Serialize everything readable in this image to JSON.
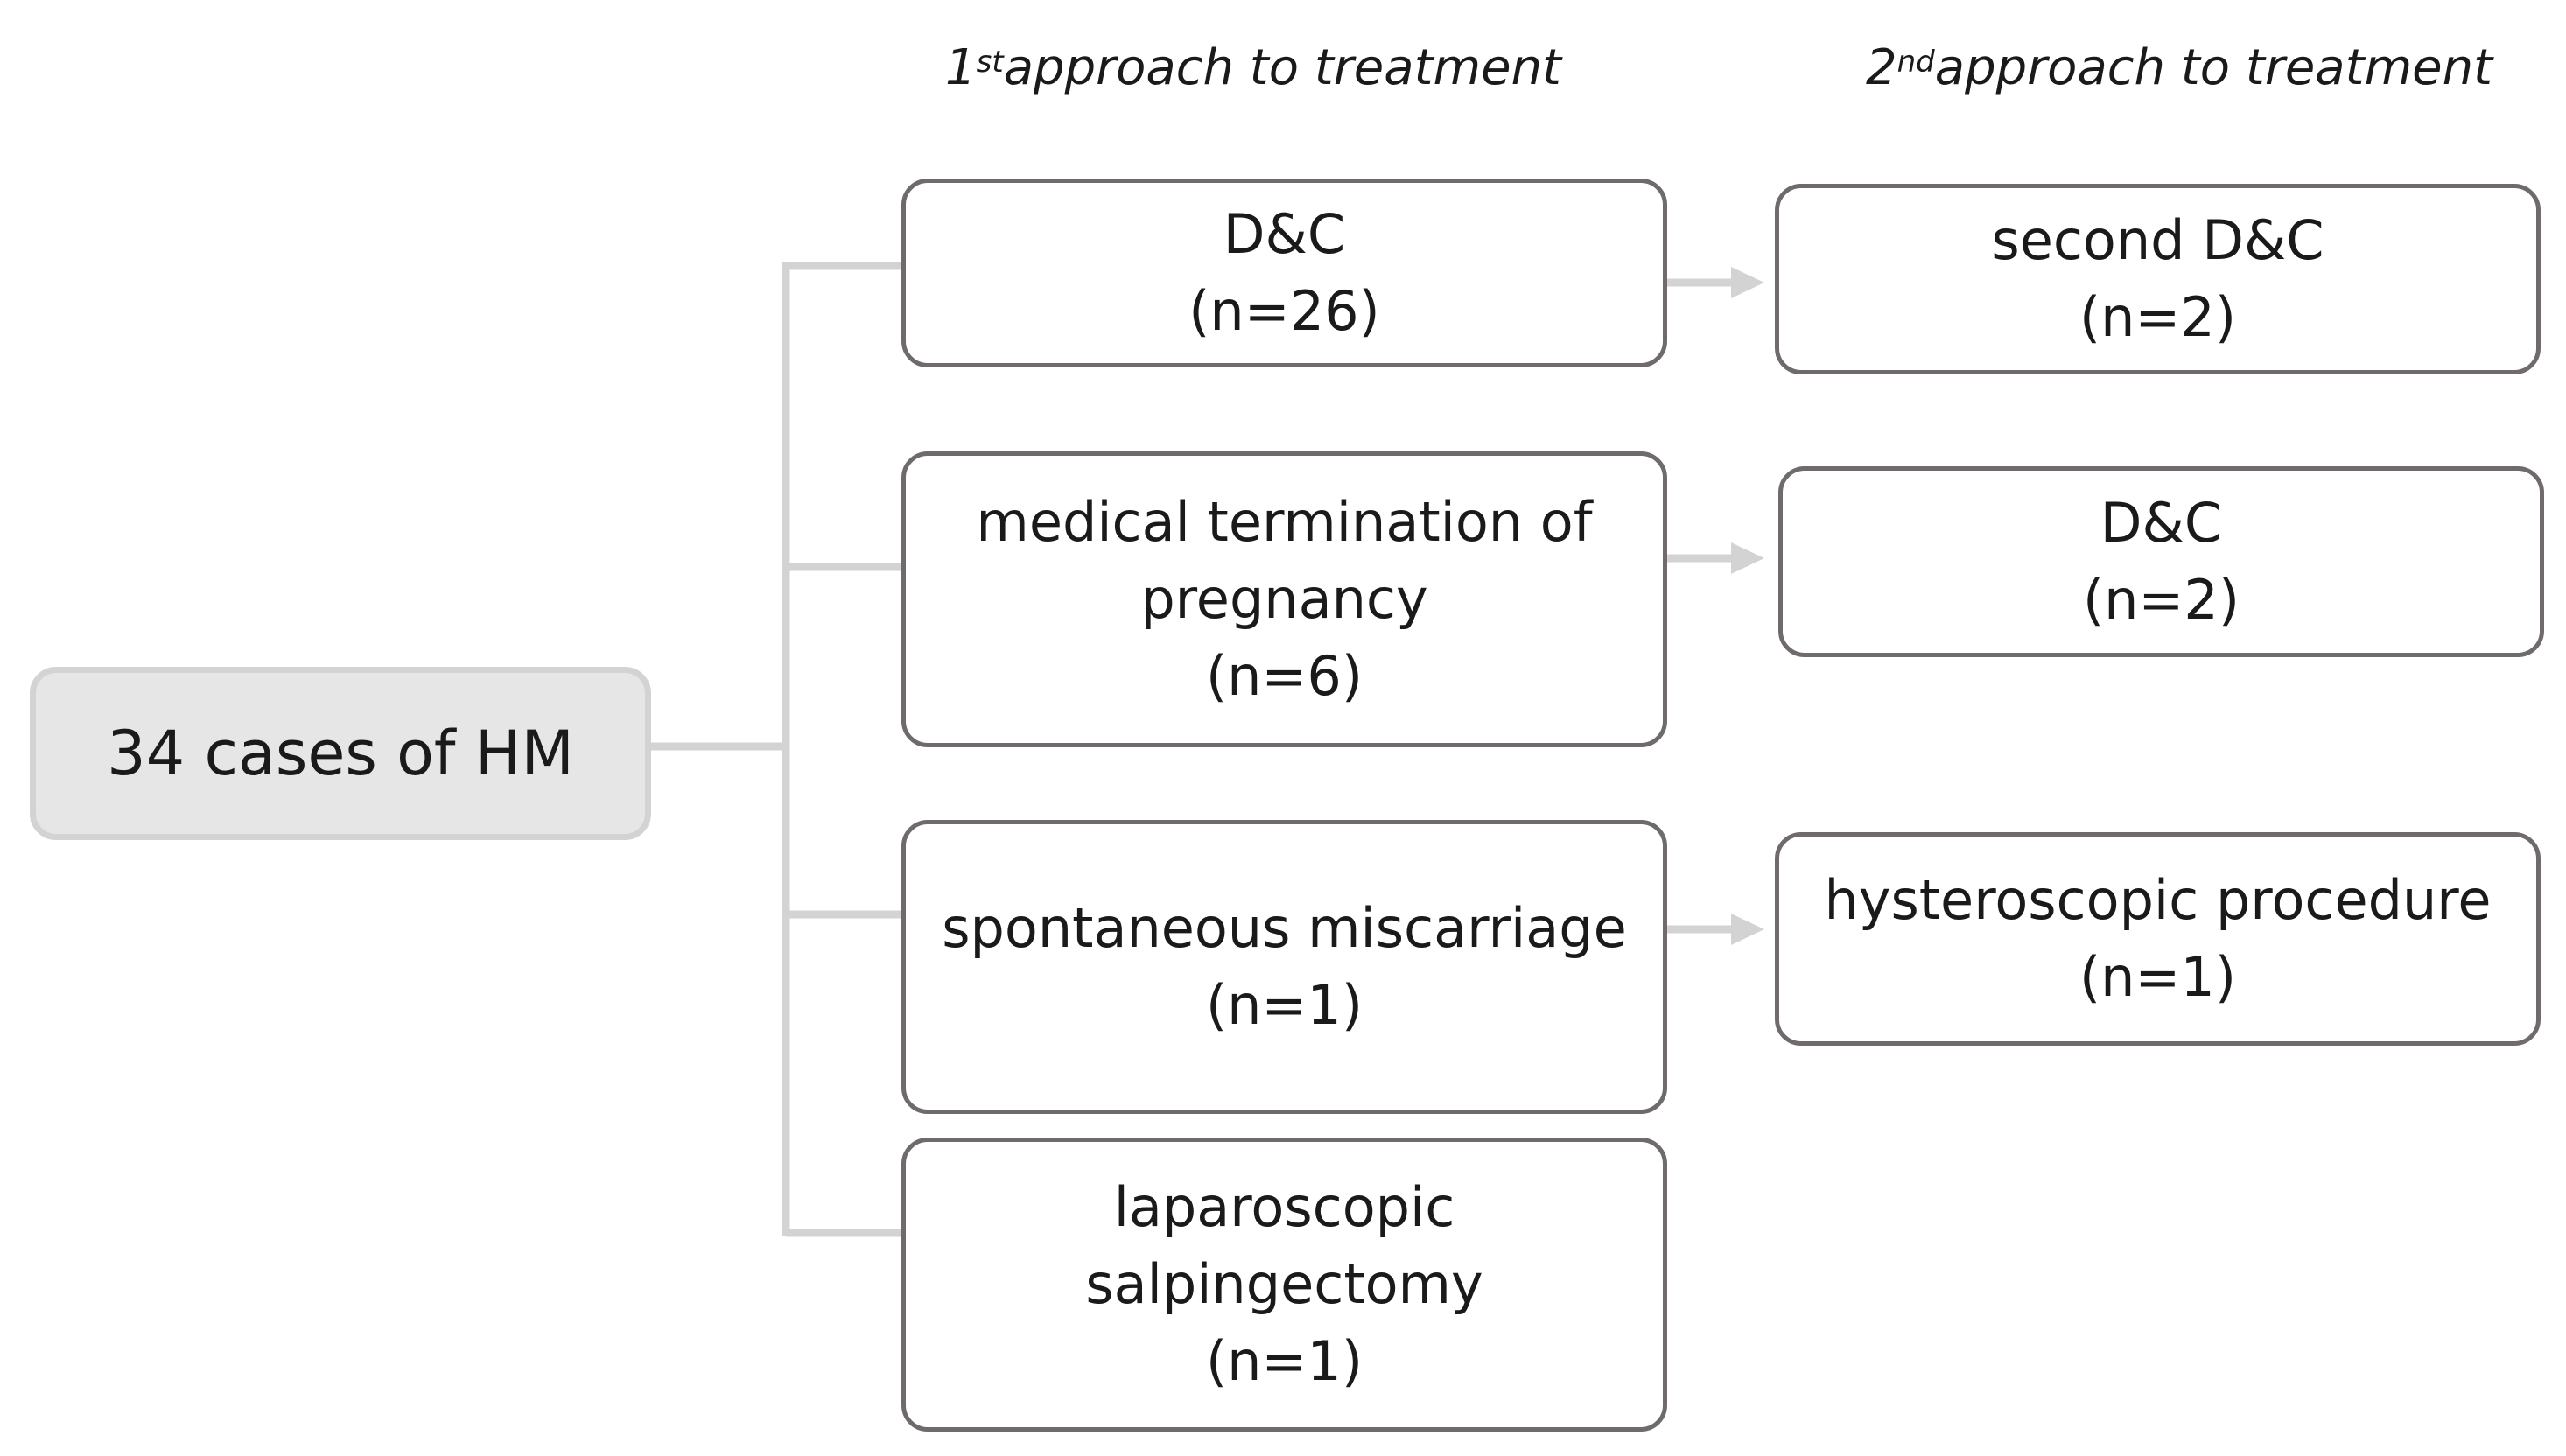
{
  "headings": {
    "first": {
      "num": "1",
      "sup": "st",
      "rest": " approach to treatment"
    },
    "second": {
      "num": "2",
      "sup": "nd",
      "rest": " approach to treatment"
    }
  },
  "root": {
    "label": "34 cases of HM"
  },
  "first_approach": [
    {
      "lines": [
        "D&C"
      ],
      "count": "(n=26)"
    },
    {
      "lines": [
        "medical termination of",
        "pregnancy"
      ],
      "count": "(n=6)"
    },
    {
      "lines": [
        "spontaneous miscarriage"
      ],
      "count": "(n=1)"
    },
    {
      "lines": [
        "laparoscopic",
        "salpingectomy"
      ],
      "count": "(n=1)"
    }
  ],
  "second_approach": [
    {
      "lines": [
        "second D&C"
      ],
      "count": "(n=2)"
    },
    {
      "lines": [
        "D&C"
      ],
      "count": "(n=2)"
    },
    {
      "lines": [
        "hysteroscopic procedure"
      ],
      "count": "(n=1)"
    }
  ],
  "colors": {
    "connector": "#d3d3d3",
    "box_border": "#6f6a6b",
    "root_fill": "#e6e6e6",
    "root_border": "#d3d3d3"
  }
}
